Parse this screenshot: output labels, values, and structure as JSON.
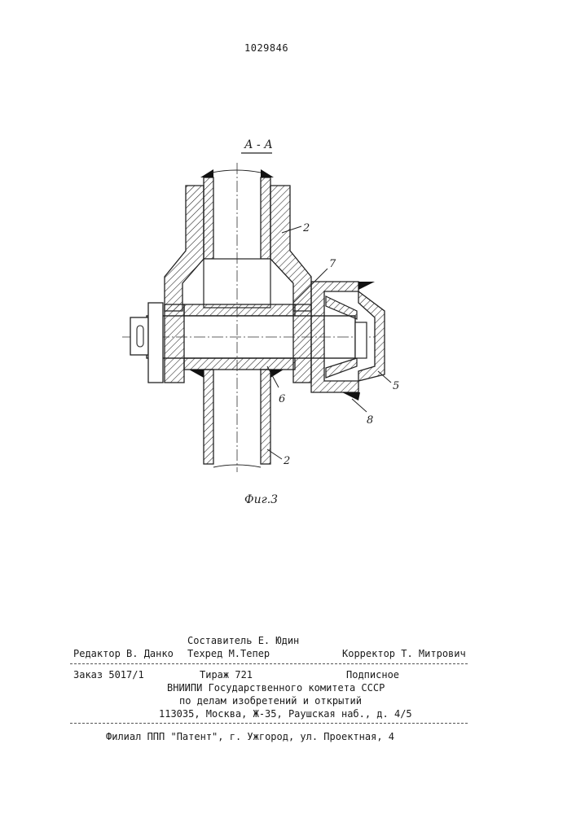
{
  "document": {
    "patent_number": "1029846",
    "figure": {
      "section_label": "А - А",
      "caption": "Фиг.3",
      "part_labels": [
        "2",
        "7",
        "5",
        "8",
        "6",
        "2"
      ]
    },
    "imprint": {
      "composer": "Составитель Е. Юдин",
      "editor": "Редактор В. Данко",
      "tech_editor": "Техред М.Тепер",
      "corrector": "Корректор Т. Митрович",
      "order": "Заказ 5017/1",
      "circulation": "Тираж 721",
      "subscription": "Подписное",
      "institute": "ВНИИПИ Государственного комитета СССР",
      "institute_sub": "по делам изобретений и открытий",
      "address": "113035, Москва, Ж-35, Раушская наб., д. 4/5",
      "branch": "Филиал ППП \"Патент\", г. Ужгород, ул. Проектная, 4"
    }
  }
}
